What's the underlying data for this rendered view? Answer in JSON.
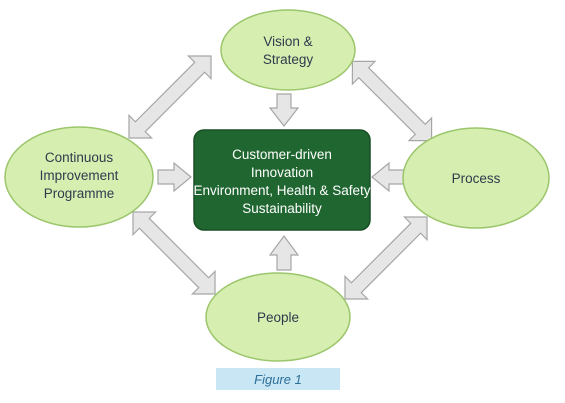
{
  "nodes": {
    "vision": {
      "lines": [
        "Vision &",
        "Strategy"
      ]
    },
    "continuous": {
      "lines": [
        "Continuous",
        "Improvement",
        "Programme"
      ]
    },
    "process": {
      "lines": [
        "Process"
      ]
    },
    "people": {
      "lines": [
        "People"
      ]
    }
  },
  "center": {
    "lines": [
      "Customer-driven",
      "Innovation",
      "Environment, Health & Safety",
      "Sustainability"
    ]
  },
  "caption": "Figure 1",
  "colors": {
    "ellipse_fill": "#d7eeb1",
    "ellipse_stroke": "#9bc66b",
    "center_fill": "#1f6631",
    "center_stroke": "#174e25",
    "arrow_fill": "#e6e6e6",
    "arrow_stroke": "#a6a6a6",
    "caption_bg": "#c9e6f5",
    "caption_text": "#2d6f98"
  }
}
